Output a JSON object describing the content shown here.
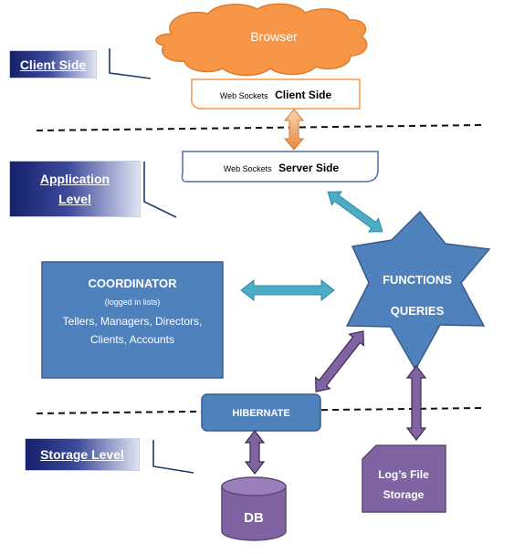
{
  "levels": {
    "client_side": "Client Side",
    "application_level_line1": "Application",
    "application_level_line2": "Level",
    "storage_level": "Storage Level"
  },
  "nodes": {
    "browser": "Browser",
    "ws_client_small": "Web Sockets",
    "ws_client_big": "Client Side",
    "ws_server_small": "Web Sockets",
    "ws_server_big": "Server Side",
    "functions": "FUNCTIONS",
    "queries": "QUERIES",
    "coordinator_title": "COORDINATOR",
    "coordinator_sub": "(logged in lists)",
    "coordinator_line1": "Tellers, Managers, Directors,",
    "coordinator_line2": "Clients, Accounts",
    "hibernate": "HIBERNATE",
    "db": "DB",
    "log_line1": "Log’s File",
    "log_line2": "Storage"
  },
  "colors": {
    "browser_fill": "#f79646",
    "client_ws_border": "#f79646",
    "server_ws_border": "#4f6fa8",
    "blue_fill": "#4f81bd",
    "blue_border": "#385d8a",
    "purple_fill": "#8064a2",
    "purple_border": "#5c4776",
    "teal_arrow": "#4bacc6",
    "orange_arrow": "#f7a35c"
  }
}
